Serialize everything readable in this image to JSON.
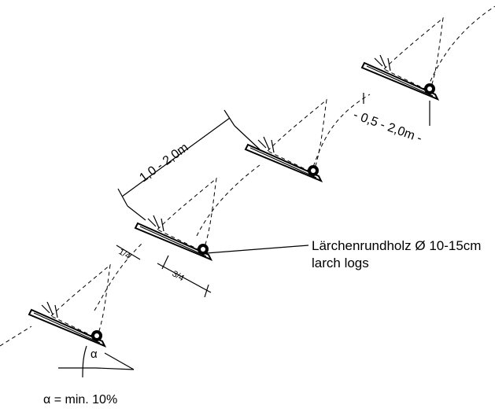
{
  "diagram": {
    "dimension_spacing": "1,0 - 2,0m",
    "dimension_depth": "- 0,5 - 2,0m -",
    "fraction_quarter": "1/4",
    "fraction_three_quarter": "3/4",
    "label_de": "Lärchenrundholz Ø 10-15cm",
    "label_en": "larch logs",
    "angle_symbol": "α",
    "caption": "α = min. 10%"
  },
  "colors": {
    "ink": "#000000",
    "background": "#ffffff"
  }
}
